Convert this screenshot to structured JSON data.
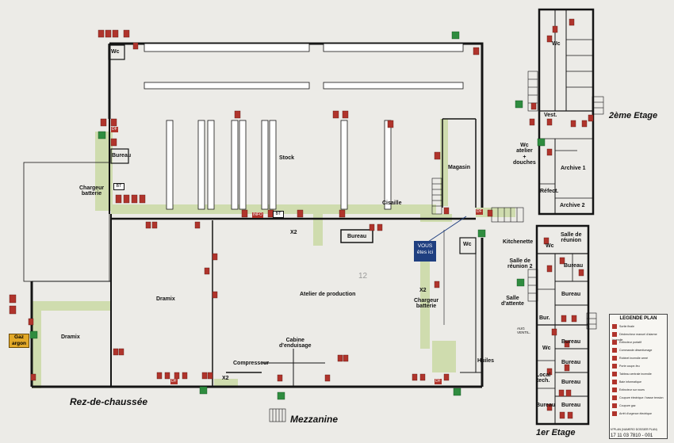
{
  "labels": {
    "wc_rdc": "Wc",
    "bureau_left": "Bureau",
    "chargeur_left": "Chargeur\nbatterie",
    "stock": "Stock",
    "magasin": "Magasin",
    "cisaille": "Cisaille",
    "bureau_center": "Bureau",
    "wc_right": "Wc",
    "dramix_1": "Dramix",
    "dramix_2": "Dramix",
    "atelier": "Atelier de production",
    "chargeur_right": "Chargeur\nbatterie",
    "cabine": "Cabine\nd'enduisage",
    "compresseur": "Compresseur",
    "huiles": "Huiles",
    "x2_a": "X2",
    "x2_b": "X2",
    "x2_c": "X2",
    "info": "INFO",
    "bt_a": "BT",
    "bt_b": "BT",
    "df_a": "DF",
    "df_b": "DF",
    "df_c": "DF",
    "df_d": "DF",
    "floor2_wc": "Wc",
    "floor2_vest": "Vest.",
    "floor2_wc_atelier": "Wc\natelier\n+\ndouches",
    "floor2_archive1": "Archive 1",
    "floor2_refect": "Réfect.",
    "floor2_archive2": "Archive 2",
    "floor1_kitchenette": "Kitchenette",
    "floor1_wc_a": "Wc",
    "floor1_salle_reunion": "Salle de\nréunion",
    "floor1_salle_reunion2": "Salle de\nréunion 2",
    "floor1_bureau_a": "Bureau",
    "floor1_salle_attente": "Salle\nd'attente",
    "floor1_bureau_b": "Bureau",
    "floor1_bur": "Bur.",
    "floor1_wc_b": "Wc",
    "floor1_bureau_c": "Bureau",
    "floor1_local": "Local\ntech.",
    "floor1_bureau_d": "Bureau",
    "floor1_bureau_e": "Bureau",
    "floor1_bureau_f": "Bureau",
    "floor1_bureau_g": "Bureau",
    "aug_vent": "AUG\nVENTIL.",
    "scribble_12": "12"
  },
  "titles": {
    "rdc": "Rez-de-chaussée",
    "mezzanine": "Mezzanine",
    "etage1": "1er Etage",
    "etage2": "2ème Etage"
  },
  "markers": {
    "you_are_here": "VOUS\nêtes ici",
    "gaz_argon": "Gaz\nargon"
  },
  "legend": {
    "title": "LEGENDE PLAN",
    "items": [
      "Sortie finale",
      "Déclencheur manuel d'alarme incendie",
      "Extincteur portatif",
      "Commande désenfumage",
      "Robinet incendie armé",
      "Porte coupe-feu",
      "Tableau centrale incendie",
      "Baie informatique",
      "Extincteur sur roues",
      "Coupure électrique / basse tension",
      "Coupure gaz",
      "Arrêt d'urgence électrique"
    ],
    "ref_small": "N°PLAN (NUMERO DOSSIER PLAN)",
    "ref": "17 11 03 7810 - 001"
  },
  "colors": {
    "wall": "#141414",
    "extinguisher": "#b0342c",
    "exit_sign": "#2f8c3f",
    "evac_path": "#cfdcae",
    "you_are_here_bg": "#1f3f80",
    "gas": "#e3a928"
  }
}
